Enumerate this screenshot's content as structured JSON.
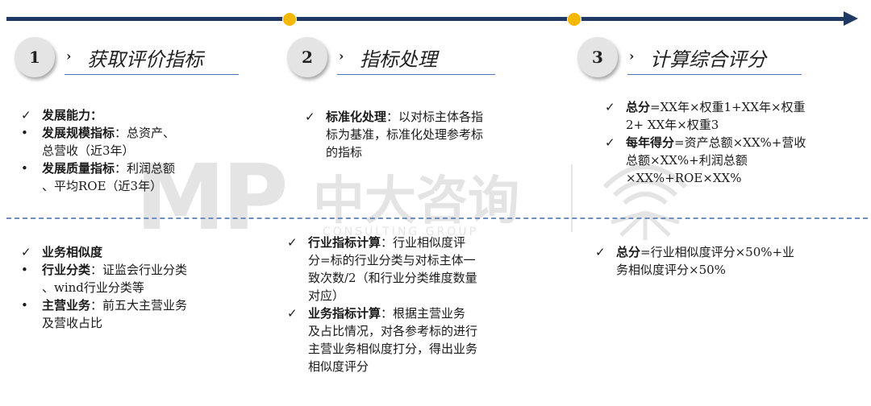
{
  "colors": {
    "timeline": "#1f3864",
    "dot": "#f5b800",
    "divider": "#6e8fc2",
    "step_circle": "#e4e4e4"
  },
  "steps": [
    {
      "num": "1",
      "chevron": "›",
      "title": "获取评价指标"
    },
    {
      "num": "2",
      "chevron": "›",
      "title": "指标处理"
    },
    {
      "num": "3",
      "chevron": "›",
      "title": "计算综合评分"
    }
  ],
  "top": {
    "col1": [
      {
        "mark": "✓",
        "bold": "发展能力：",
        "text": ""
      },
      {
        "mark": "•",
        "bold": "发展规模指标",
        "text": "：总资产、"
      },
      {
        "mark": "",
        "bold": "",
        "text": "总营收（近3年）"
      },
      {
        "mark": "•",
        "bold": "发展质量指标",
        "text": "：利润总额"
      },
      {
        "mark": "",
        "bold": "",
        "text": "、平均ROE（近3年）"
      }
    ],
    "col2": [
      {
        "mark": "✓",
        "bold": "标准化处理",
        "text": "：以对标主体各指"
      },
      {
        "mark": "",
        "bold": "",
        "text": "标为基准，标准化处理参考标"
      },
      {
        "mark": "",
        "bold": "",
        "text": "的指标"
      }
    ],
    "col3": [
      {
        "mark": "✓",
        "bold": "总分",
        "text": "=XX年×权重1+XX年×权重"
      },
      {
        "mark": "",
        "bold": "",
        "text": "2+ XX年×权重3"
      },
      {
        "mark": "✓",
        "bold": "每年得分",
        "text": "=资产总额×XX%+营收"
      },
      {
        "mark": "",
        "bold": "",
        "text": "总额×XX%+利润总额"
      },
      {
        "mark": "",
        "bold": "",
        "text": "×XX%+ROE×XX%"
      }
    ]
  },
  "bottom": {
    "col1": [
      {
        "mark": "✓",
        "bold": "业务相似度",
        "text": ""
      },
      {
        "mark": "•",
        "bold": "行业分类",
        "text": "：证监会行业分类"
      },
      {
        "mark": "",
        "bold": "",
        "text": "、wind行业分类等"
      },
      {
        "mark": "•",
        "bold": "主营业务",
        "text": "：前五大主营业务"
      },
      {
        "mark": "",
        "bold": "",
        "text": "及营收占比"
      }
    ],
    "col2": [
      {
        "mark": "✓",
        "bold": "行业指标计算",
        "text": "：行业相似度评"
      },
      {
        "mark": "",
        "bold": "",
        "text": "分=标的行业分类与对标主体一"
      },
      {
        "mark": "",
        "bold": "",
        "text": "致次数/2（和行业分类维度数量"
      },
      {
        "mark": "",
        "bold": "",
        "text": "对应）"
      },
      {
        "mark": "✓",
        "bold": "业务指标计算",
        "text": "：根据主营业务"
      },
      {
        "mark": "",
        "bold": "",
        "text": "及占比情况，对各参考标的进行"
      },
      {
        "mark": "",
        "bold": "",
        "text": "主营业务相似度打分，得出业务"
      },
      {
        "mark": "",
        "bold": "",
        "text": "相似度评分"
      }
    ],
    "col3": [
      {
        "mark": "✓",
        "bold": "总分",
        "text": "=行业相似度评分×50%+业"
      },
      {
        "mark": "",
        "bold": "",
        "text": "务相似度评分×50%"
      }
    ]
  },
  "watermark": {
    "mp": "MP",
    "cn": "中大咨询",
    "en": "CONSULTING GROUP"
  }
}
